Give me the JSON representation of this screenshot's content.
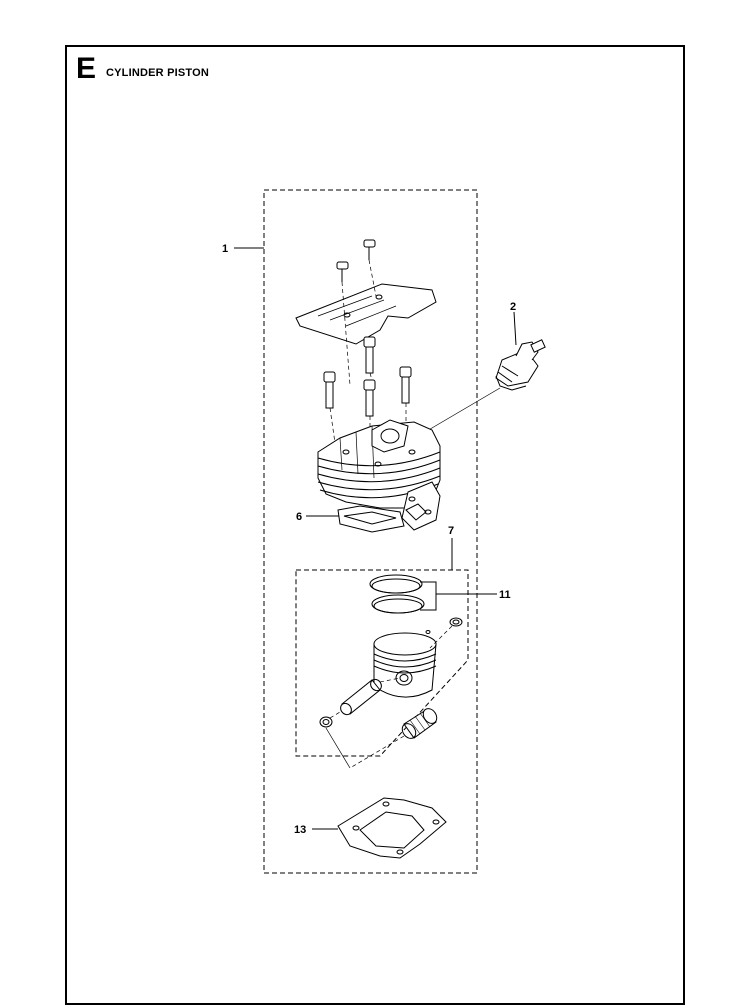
{
  "section": {
    "letter": "E",
    "title": "CYLINDER PISTON"
  },
  "callouts": [
    {
      "id": "c1",
      "label": "1"
    },
    {
      "id": "c2",
      "label": "2"
    },
    {
      "id": "c6",
      "label": "6"
    },
    {
      "id": "c7",
      "label": "7"
    },
    {
      "id": "c11",
      "label": "11"
    },
    {
      "id": "c13",
      "label": "13"
    }
  ],
  "colors": {
    "line": "#000000",
    "background": "#ffffff"
  }
}
